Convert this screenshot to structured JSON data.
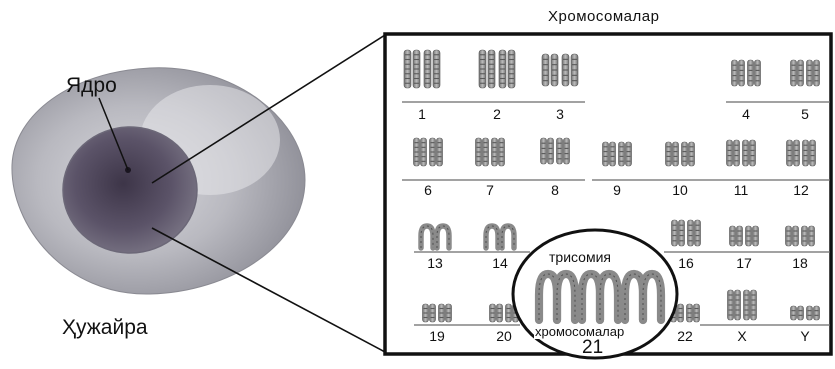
{
  "labels": {
    "chromosomes_title": "Хромосомалар",
    "nucleus": "Ядро",
    "cell": "Ҳужайра",
    "trisomy_top": "трисомия",
    "trisomy_bottom": "хромосомалар",
    "trisomy_number": "21"
  },
  "karyotype": [
    {
      "n": "1"
    },
    {
      "n": "2"
    },
    {
      "n": "3"
    },
    {
      "n": "4"
    },
    {
      "n": "5"
    },
    {
      "n": "6"
    },
    {
      "n": "7"
    },
    {
      "n": "8"
    },
    {
      "n": "9"
    },
    {
      "n": "10"
    },
    {
      "n": "11"
    },
    {
      "n": "12"
    },
    {
      "n": "13"
    },
    {
      "n": "14"
    },
    {
      "n": "16"
    },
    {
      "n": "17"
    },
    {
      "n": "18"
    },
    {
      "n": "19"
    },
    {
      "n": "20"
    },
    {
      "n": "22"
    },
    {
      "n": "X"
    },
    {
      "n": "Y"
    }
  ],
  "colors": {
    "chromosome": "#8e8e8e",
    "chromosome_band": "#5a5a5a",
    "cell_body": "#b7b7bd",
    "nucleus": "#4a4256",
    "frame": "#111111"
  }
}
